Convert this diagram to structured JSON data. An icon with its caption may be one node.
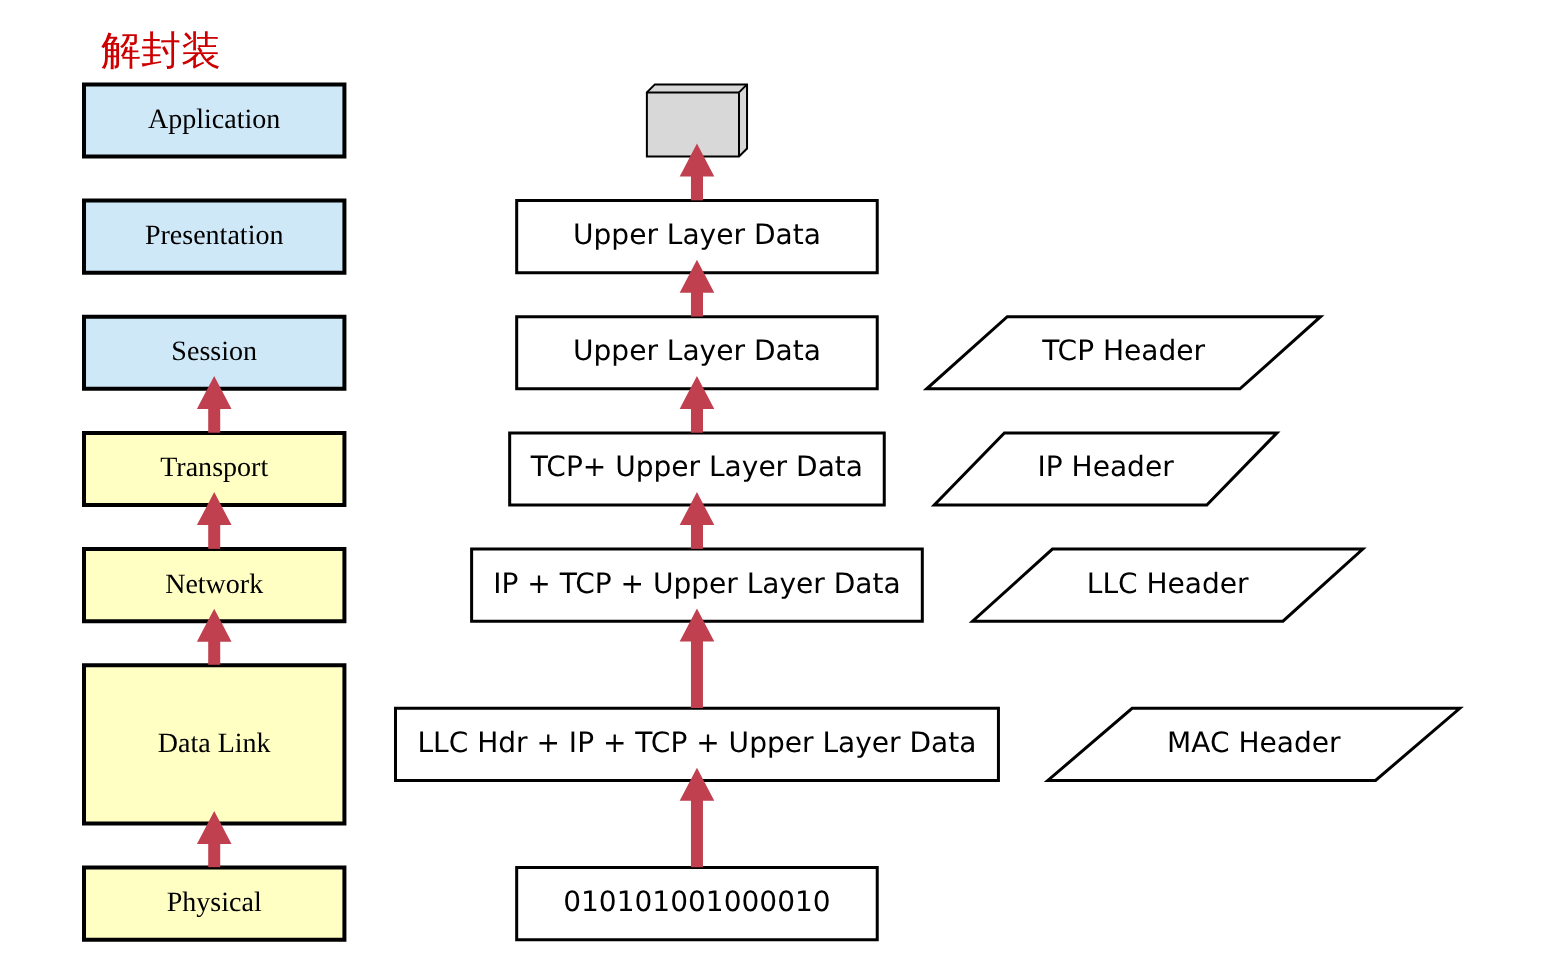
{
  "diagram": {
    "title": "解封装",
    "nodes": [
      {
        "text": [
          "Application"
        ]
      },
      {
        "text": [
          "Presentation"
        ]
      },
      {
        "text": [
          "Session"
        ]
      },
      {
        "text": [
          "Transport"
        ]
      },
      {
        "text": [
          "Network"
        ]
      },
      {
        "text": [
          "Data Link"
        ]
      },
      {
        "text": [
          "Physical"
        ]
      },
      {
        "text": [],
        "shape": "picture"
      },
      {
        "text": [
          "Upper Layer Data"
        ]
      },
      {
        "text": [
          "TCP Header"
        ]
      },
      {
        "text": [
          "Upper Layer Data"
        ]
      },
      {
        "text": [
          "IP Header"
        ]
      },
      {
        "text": [
          "TCP+ Upper Layer Data"
        ]
      },
      {
        "text": [
          "LLC Header"
        ]
      },
      {
        "text": [
          "IP + TCP + Upper Layer Data"
        ]
      },
      {
        "text": [
          "MAC Header"
        ]
      },
      {
        "text": [
          "LLC Hdr + IP + TCP + Upper Layer Data"
        ]
      },
      {
        "text": [
          "010101001000010"
        ]
      }
    ],
    "edges": [
      {
        "from": 6,
        "to": 5,
        "arrow": "to"
      },
      {
        "from": 5,
        "to": 4,
        "arrow": "to"
      },
      {
        "from": 4,
        "to": 3,
        "arrow": "to"
      },
      {
        "from": 3,
        "to": 2,
        "arrow": "to"
      },
      {
        "from": 17,
        "to": 16,
        "arrow": "to"
      },
      {
        "from": 16,
        "to": 14,
        "arrow": "to"
      },
      {
        "from": 14,
        "to": 12,
        "arrow": "to"
      },
      {
        "from": 12,
        "to": 10,
        "arrow": "to"
      },
      {
        "from": 10,
        "to": 8,
        "arrow": "to"
      },
      {
        "from": 8,
        "to": 7,
        "arrow": "to"
      }
    ]
  }
}
